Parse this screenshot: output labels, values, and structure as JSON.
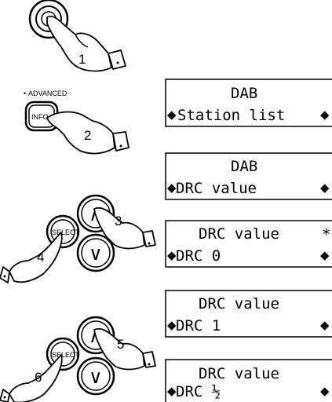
{
  "steps": {
    "s1": "1",
    "s2": "2",
    "s3": "3",
    "s4": "4",
    "s5": "5",
    "s6": "6"
  },
  "buttons": {
    "advanced_caption": "ADVANCED",
    "info_label": "INFO",
    "select_label": "SELECT",
    "up_glyph": "∧",
    "down_glyph": "∨"
  },
  "displays": [
    {
      "line1": "DAB",
      "line2": "Station list",
      "arrow_left": "◆",
      "arrow_right": "◆",
      "marker": ""
    },
    {
      "line1": "DAB",
      "line2": "DRC value",
      "arrow_left": "◆",
      "arrow_right": "◆",
      "marker": ""
    },
    {
      "line1": "DRC value",
      "line2": "DRC 0",
      "arrow_left": "◆",
      "arrow_right": "◆",
      "marker": "*"
    },
    {
      "line1": "DRC value",
      "line2": "DRC 1",
      "arrow_left": "◆",
      "arrow_right": "◆",
      "marker": ""
    },
    {
      "line1": "DRC value",
      "line2": "DRC ½",
      "arrow_left": "◆",
      "arrow_right": "◆",
      "marker": ""
    }
  ]
}
